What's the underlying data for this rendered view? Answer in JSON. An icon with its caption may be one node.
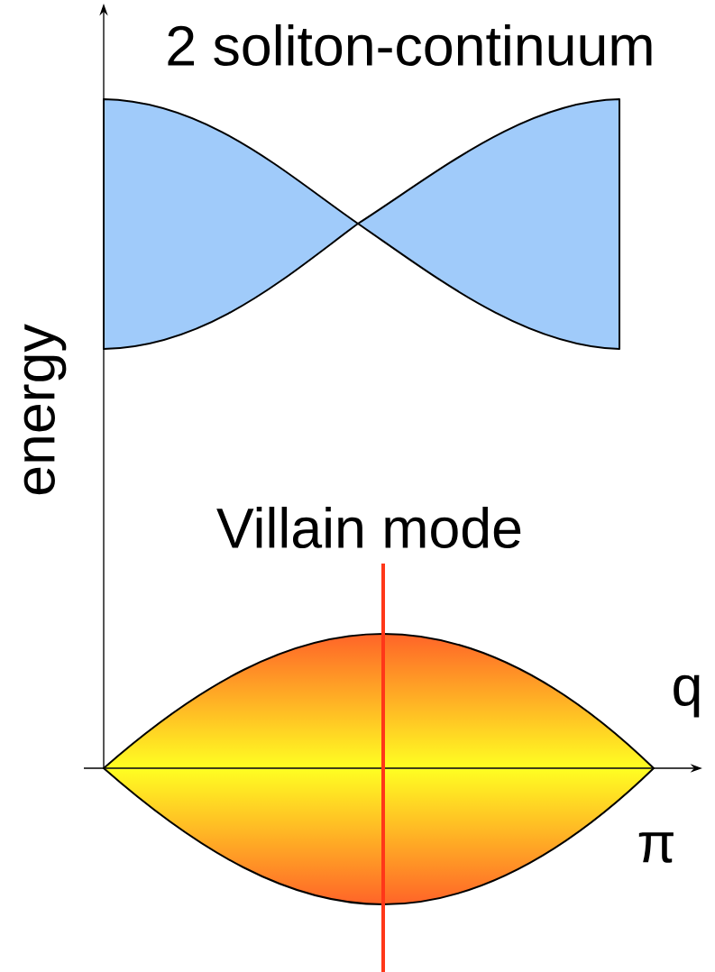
{
  "diagram": {
    "nodes": [
      {
        "text": [
          "2 soliton-continuum"
        ]
      },
      {
        "text": [
          "Villain mode"
        ]
      }
    ],
    "labels": [
      "energy",
      "q",
      "π"
    ]
  }
}
